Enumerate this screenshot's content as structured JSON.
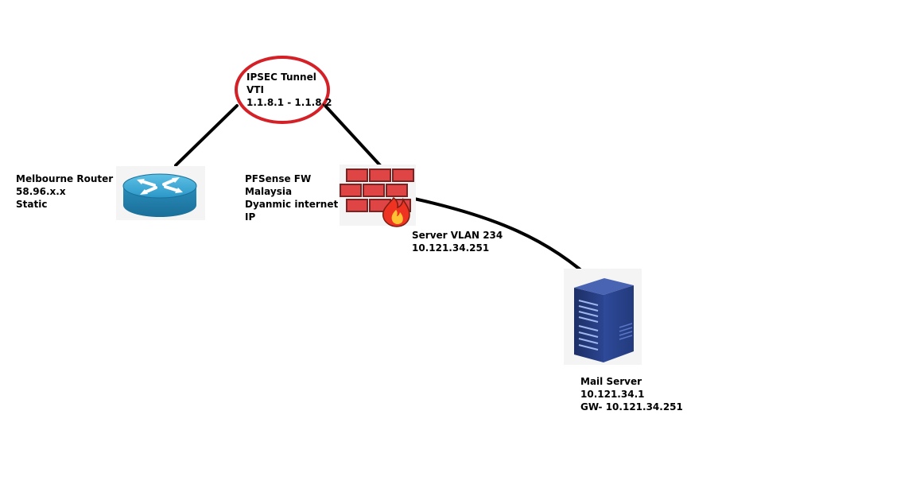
{
  "diagram": {
    "tunnel": {
      "lines": [
        "IPSEC Tunnel",
        "VTI",
        "1.1.8.1 - 1.1.8.2"
      ],
      "highlight_color": "#d42027"
    },
    "router": {
      "icon": "router-icon",
      "lines": [
        "Melbourne Router",
        "58.96.x.x",
        "Static"
      ],
      "color": "#2e9ac9"
    },
    "firewall": {
      "icon": "firewall-icon",
      "lines": [
        "PFSense FW",
        "Malaysia",
        "Dyanmic internet",
        "IP"
      ],
      "color": "#e04545"
    },
    "vlan": {
      "lines": [
        "Server VLAN 234",
        "10.121.34.251"
      ]
    },
    "mail_server": {
      "icon": "server-icon",
      "lines": [
        "Mail Server",
        "10.121.34.1",
        "GW- 10.121.34.251"
      ],
      "color": "#1f3a7a"
    }
  }
}
